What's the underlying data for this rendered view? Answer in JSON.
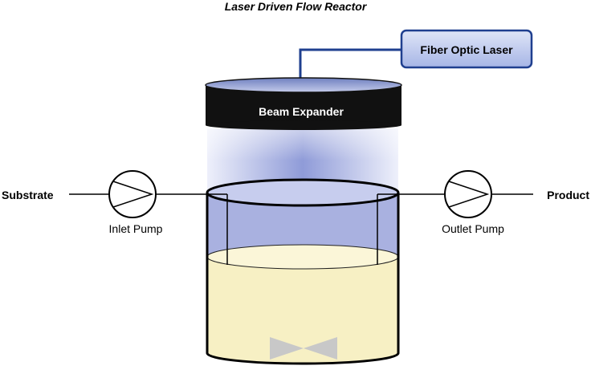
{
  "title": "Laser Driven Flow Reactor",
  "labels": {
    "laser": "Fiber Optic Laser",
    "expander": "Beam Expander",
    "substrate": "Substrate",
    "product": "Product",
    "inlet_pump": "Inlet Pump",
    "outlet_pump": "Outlet Pump"
  },
  "colors": {
    "laser_box": "#b9c6ea",
    "laser_border": "#1f3f8f",
    "fiber": "#1f3f8f",
    "expander": "#111111",
    "beam": "#9da9dc",
    "vessel_gas": "#a9b1e0",
    "liquid": "#f7f0c4",
    "stirrer": "#c8c8c8"
  }
}
